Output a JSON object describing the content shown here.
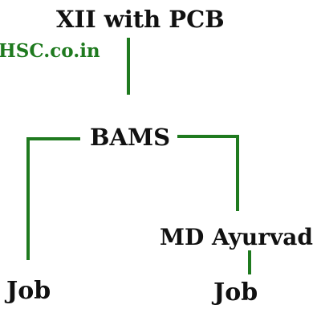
{
  "colors": {
    "connector": "#1f7a1f",
    "watermark": "#1f7a1f",
    "text": "#111111"
  },
  "watermark": "HSC.co.in",
  "nodes": {
    "root": "XII with PCB",
    "bams": "BAMS",
    "md": "MD Ayurvad",
    "job_left": "Job",
    "job_right": "Job"
  }
}
